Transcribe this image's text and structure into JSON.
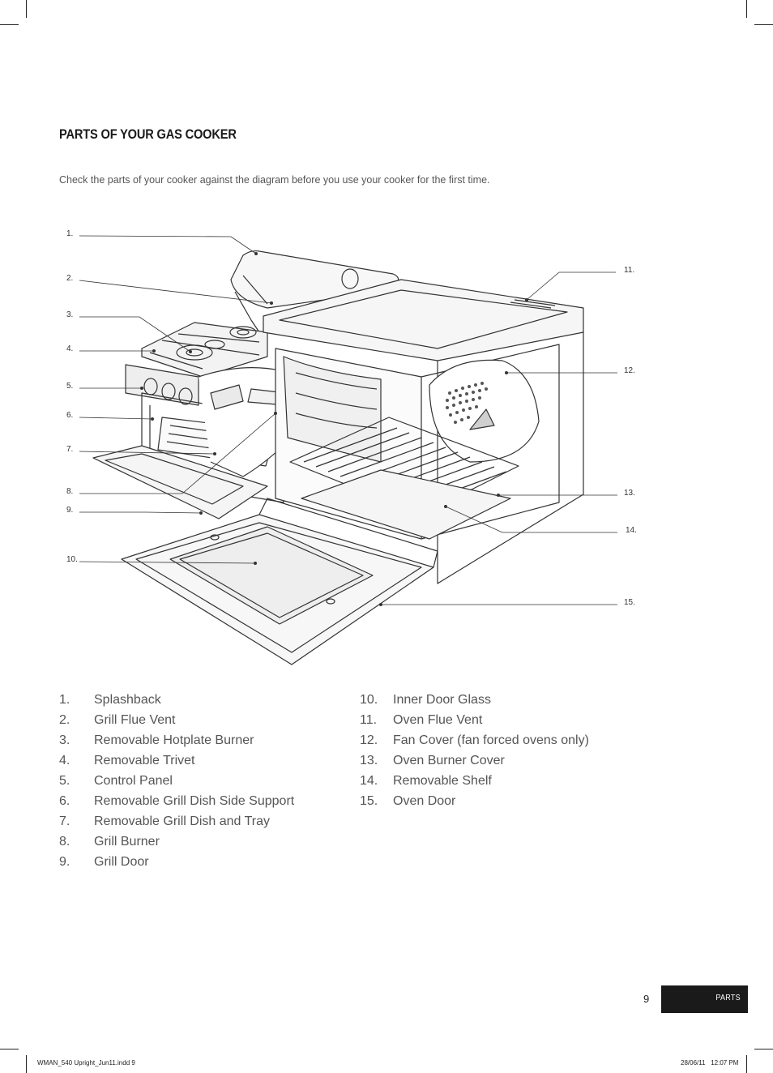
{
  "page": {
    "title": "PARTS OF YOUR GAS COOKER",
    "intro": "Check the parts of your cooker against the diagram before you use your cooker for the first time.",
    "page_number": "9",
    "section_tab": "PARTS",
    "slug_left": "WMAN_540 Upright_Jun11.indd   9",
    "slug_right": "28/06/11   12:07 PM"
  },
  "diagram": {
    "callouts_left": [
      "1.",
      "2.",
      "3.",
      "4.",
      "5.",
      "6.",
      "7.",
      "8.",
      "9.",
      "10."
    ],
    "callouts_right": [
      "11.",
      "12.",
      "13.",
      "14.",
      "15."
    ]
  },
  "parts": {
    "left": [
      {
        "num": "1.",
        "label": "Splashback"
      },
      {
        "num": "2.",
        "label": "Grill Flue Vent"
      },
      {
        "num": "3.",
        "label": "Removable Hotplate Burner"
      },
      {
        "num": "4.",
        "label": "Removable Trivet"
      },
      {
        "num": "5.",
        "label": "Control Panel"
      },
      {
        "num": "6.",
        "label": "Removable Grill Dish Side Support"
      },
      {
        "num": "7.",
        "label": "Removable Grill Dish and Tray"
      },
      {
        "num": "8.",
        "label": "Grill Burner"
      },
      {
        "num": "9.",
        "label": "Grill Door"
      }
    ],
    "right": [
      {
        "num": "10.",
        "label": "Inner Door Glass"
      },
      {
        "num": "11.",
        "label": "Oven Flue Vent"
      },
      {
        "num": "12.",
        "label": "Fan Cover (fan forced ovens only)"
      },
      {
        "num": "13.",
        "label": "Oven Burner Cover"
      },
      {
        "num": "14.",
        "label": "Removable Shelf"
      },
      {
        "num": "15.",
        "label": "Oven Door"
      }
    ]
  }
}
